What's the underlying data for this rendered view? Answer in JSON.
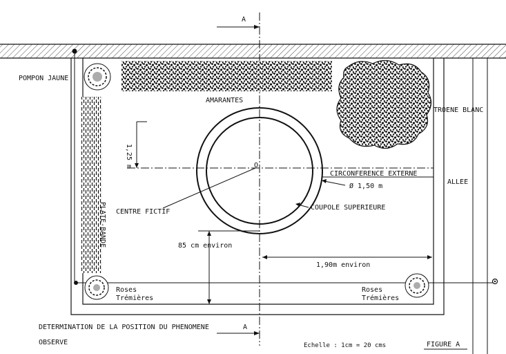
{
  "labels": {
    "section_top": "A",
    "section_bottom": "A",
    "pompon": "POMPON JAUNE",
    "amarantes": "AMARANTES",
    "troene": "TROENE BLANC",
    "dim_125": "1,25 m",
    "center_o": "O",
    "circonference": "CIRCONFERENCE EXTERNE",
    "diameter": "Ø 1,50 m",
    "allee": "ALLEE",
    "centre_fictif": "CENTRE FICTIF",
    "coupole": "COUPOLE SUPERIEURE",
    "plate_bande": "PLATE-BANDE",
    "dim_85": "85 cm  environ",
    "dim_190": "1,90m environ",
    "roses_left_1": "Roses",
    "roses_left_2": "Trémières",
    "roses_right_1": "Roses",
    "roses_right_2": "Trémières",
    "caption_1": "DETERMINATION DE LA POSITION DU PHENOMENE",
    "caption_2": "OBSERVE",
    "scale": "Echelle : 1cm = 20 cms",
    "figure": "FIGURE A"
  }
}
